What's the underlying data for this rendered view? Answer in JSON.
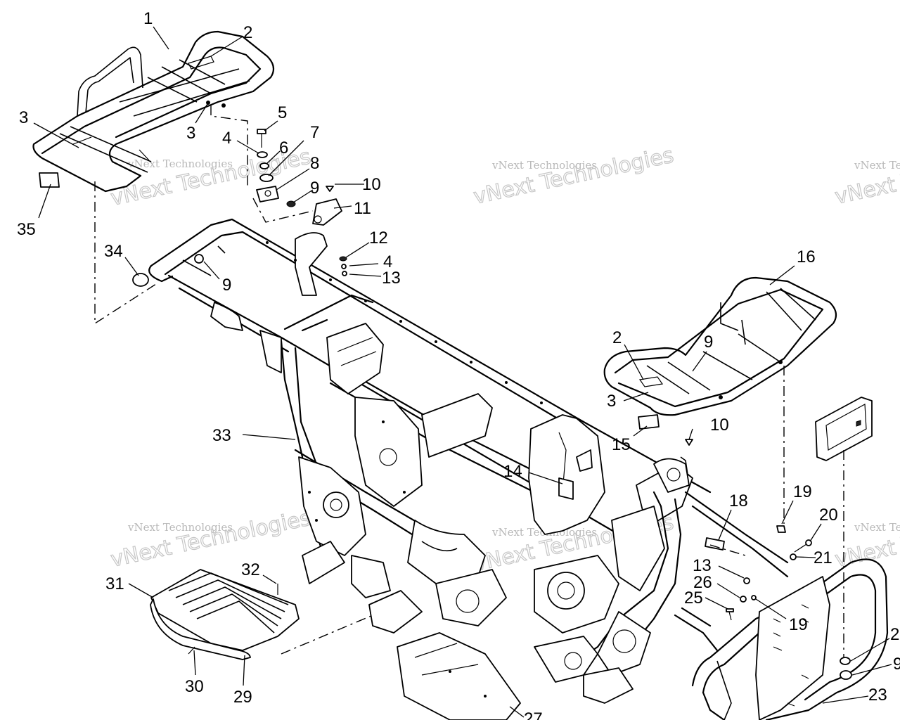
{
  "diagram": {
    "watermark": {
      "small": "vNext Technologies",
      "big": "vNext Technologies"
    },
    "callouts": [
      "1",
      "2",
      "3",
      "3",
      "4",
      "5",
      "6",
      "7",
      "8",
      "9",
      "10",
      "11",
      "12",
      "4",
      "13",
      "34",
      "9",
      "35",
      "16",
      "2",
      "9",
      "3",
      "15",
      "10",
      "14",
      "33",
      "18",
      "19",
      "20",
      "21",
      "13",
      "26",
      "25",
      "19",
      "32",
      "31",
      "30",
      "29",
      "27",
      "23",
      "2",
      "9"
    ]
  },
  "colors": {
    "line": "#000000",
    "watermark": "#bdbdbd",
    "background": "#ffffff"
  }
}
